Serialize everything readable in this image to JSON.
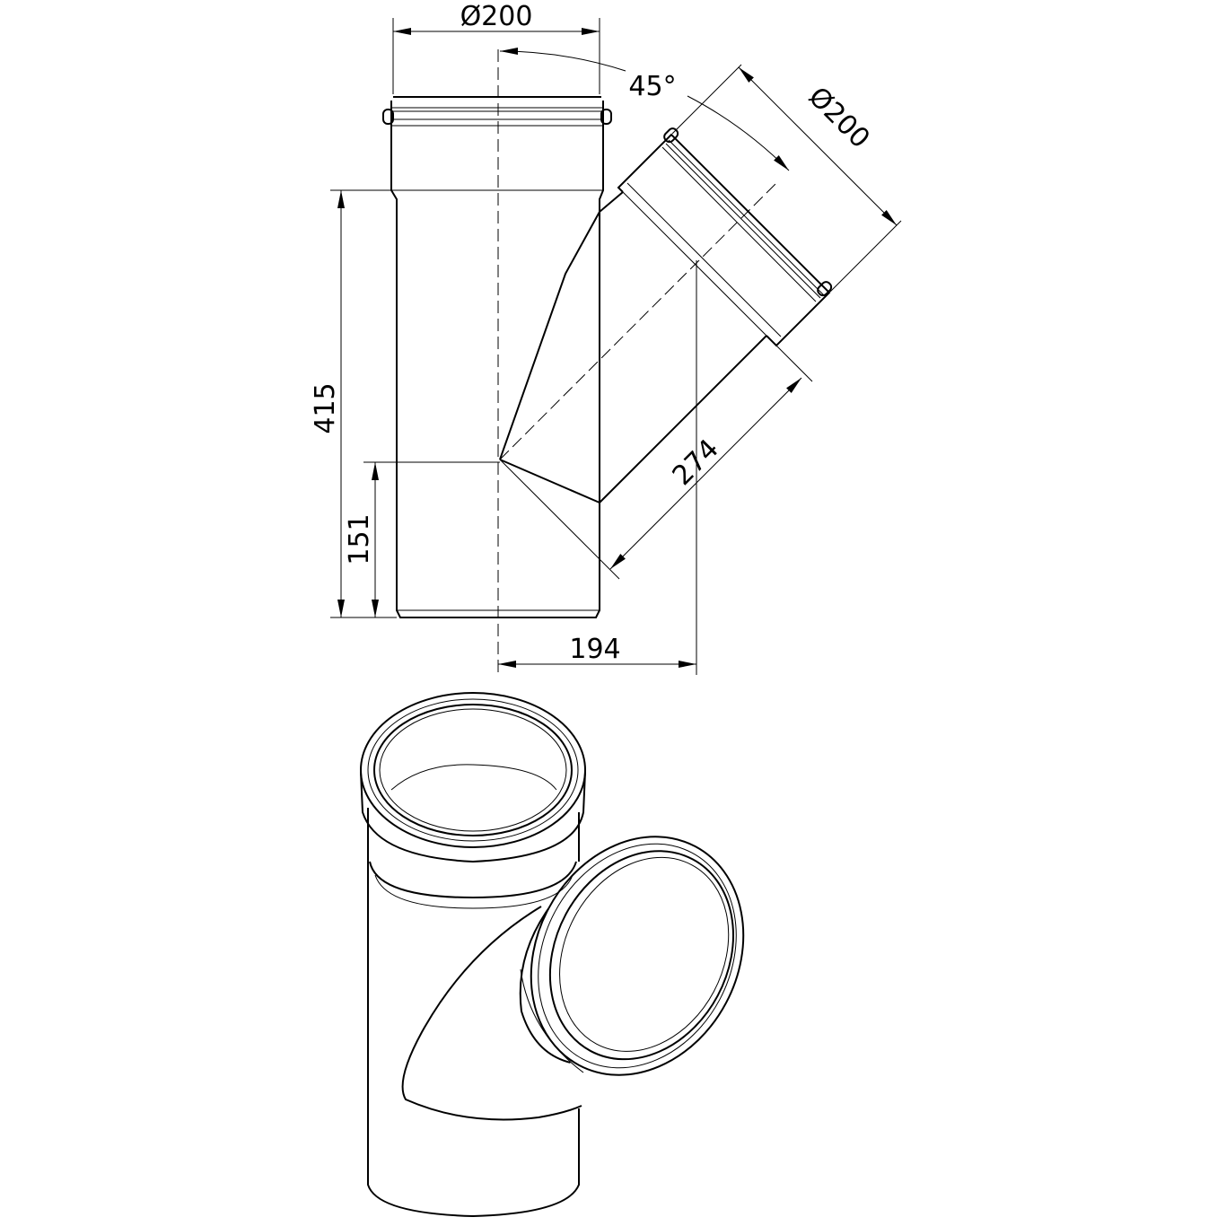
{
  "drawing": {
    "title": "45° branch pipe fitting (Y-junction)",
    "dimensions": {
      "main_diameter": "Ø200",
      "branch_diameter": "Ø200",
      "angle": "45°",
      "overall_height": "415",
      "branch_height": "151",
      "branch_length": "274",
      "branch_offset": "194"
    },
    "line_color": "#000000",
    "background": "#ffffff"
  }
}
